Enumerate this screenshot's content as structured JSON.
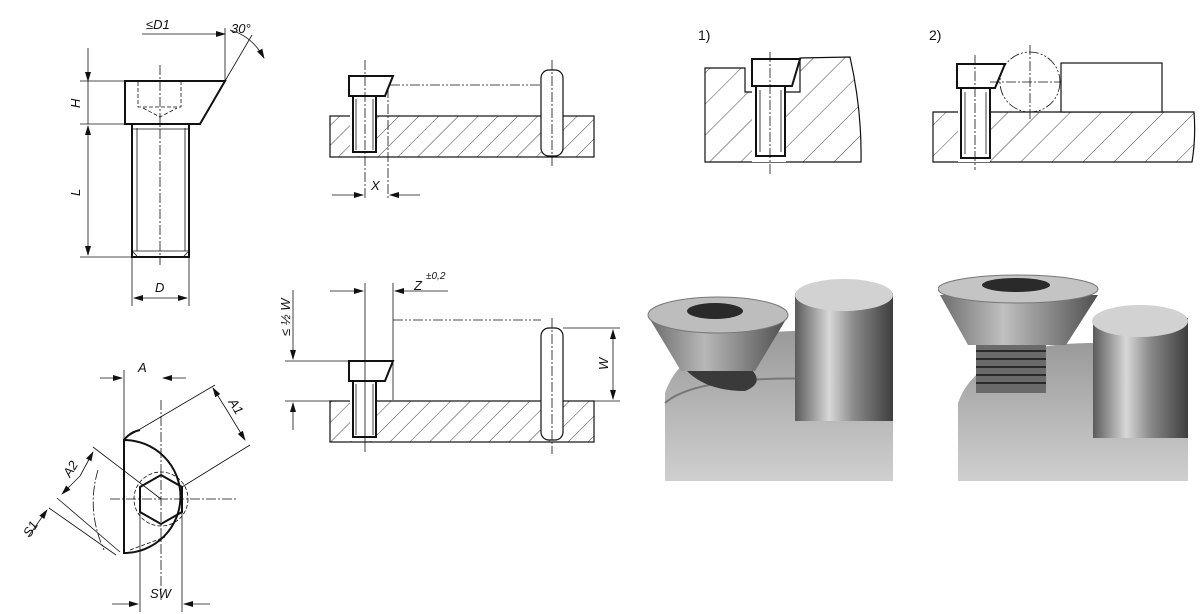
{
  "views": {
    "side_view": {
      "labels": {
        "d1": "≤D1",
        "angle": "30°",
        "h": "H",
        "l": "L",
        "d": "D"
      }
    },
    "top_view": {
      "labels": {
        "a": "A",
        "a1": "A1",
        "a2": "A2",
        "s1": "S1",
        "sw": "SW"
      }
    },
    "mount_x": {
      "labels": {
        "x": "X"
      }
    },
    "mount_z": {
      "labels": {
        "z": "Z",
        "z_tol": "±0,2",
        "half_w": "≤ ½ W",
        "w": "W"
      }
    },
    "application_1": {
      "label": "1)"
    },
    "application_2": {
      "label": "2)"
    }
  },
  "photos": [
    {
      "name": "photo-clamp-screw-low",
      "description": "Eccentric clamp screw with conical head, mounted flush next to cylindrical workpiece"
    },
    {
      "name": "photo-clamp-screw-raised",
      "description": "Eccentric clamp screw with exposed thread clamping cylindrical workpiece"
    }
  ],
  "colors": {
    "line": "#111111",
    "background": "#ffffff"
  }
}
